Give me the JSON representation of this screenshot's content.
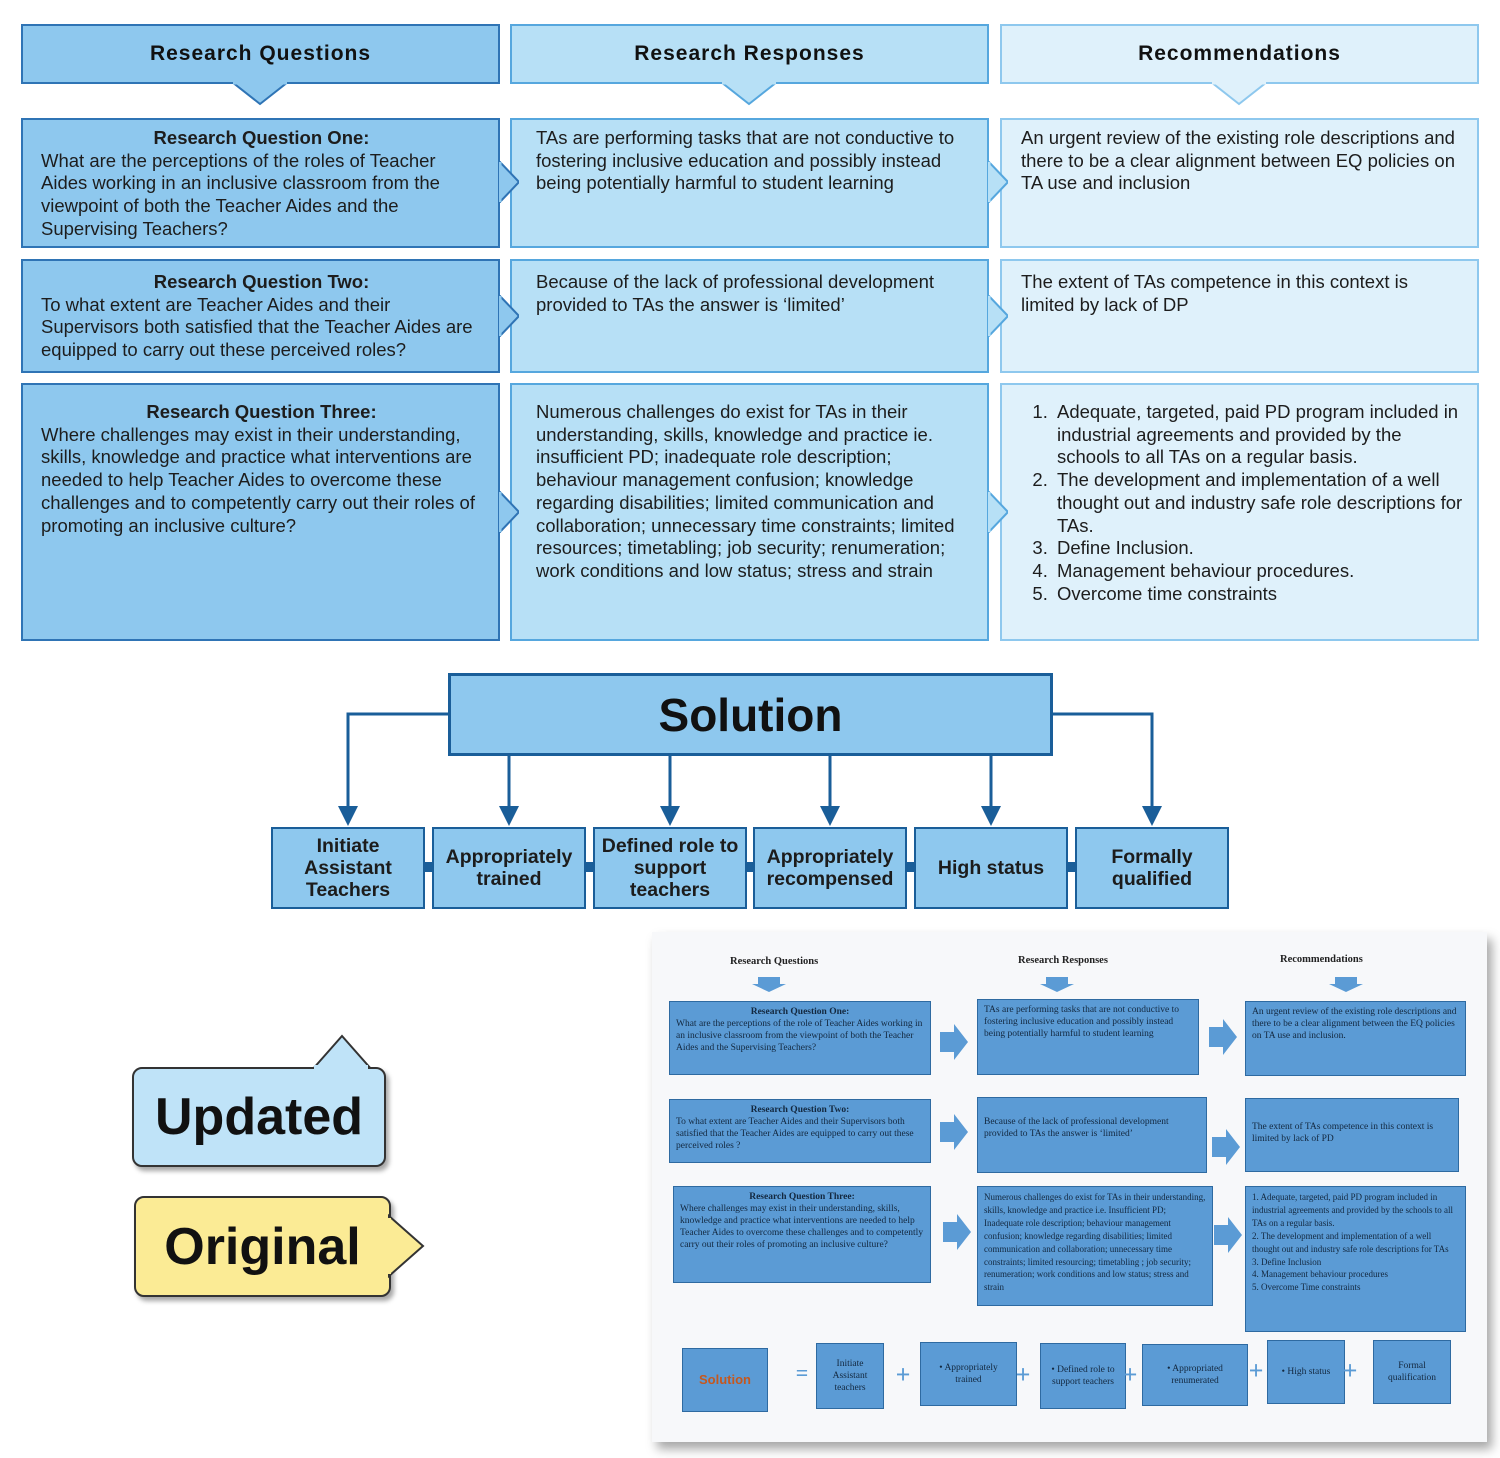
{
  "headers": {
    "questions": "Research Questions",
    "responses": "Research Responses",
    "recommendations": "Recommendations"
  },
  "rows": [
    {
      "q_title": "Research Question One:",
      "q_text": "What are the perceptions of the roles of Teacher Aides working in an inclusive classroom from the viewpoint of both the Teacher Aides and the Supervising Teachers?",
      "response": "TAs are performing tasks that are not conductive to fostering inclusive education and possibly instead being potentially harmful to student learning",
      "recommendation": "An urgent review of the existing role descriptions and there to be a clear alignment between EQ policies on TA use and inclusion"
    },
    {
      "q_title": "Research Question Two:",
      "q_text": "To what extent are Teacher Aides and their Supervisors both satisfied that the Teacher Aides are equipped to carry out these perceived roles?",
      "response": "Because of the lack of professional development provided to TAs the answer is ‘limited’",
      "recommendation": "The extent of TAs competence in this context is limited by lack of DP"
    },
    {
      "q_title": "Research Question Three:",
      "q_text": "Where challenges may exist in their understanding, skills, knowledge and practice what interventions are needed to help Teacher Aides to overcome these challenges and to competently carry out their roles of promoting an inclusive culture?",
      "response": "Numerous challenges do exist for TAs in their understanding, skills, knowledge and practice ie. insufficient PD; inadequate role description; behaviour management confusion; knowledge regarding disabilities; limited communication and collaboration; unnecessary time constraints; limited resources; timetabling; job security; renumeration; work conditions and low status; stress and strain",
      "recommendations_list": [
        "Adequate, targeted, paid PD program included in industrial agreements and provided by the schools to all TAs on a regular basis.",
        "The development and implementation of a well thought out and industry safe role descriptions for TAs.",
        "Define Inclusion.",
        "Management behaviour procedures.",
        "Overcome time constraints"
      ]
    }
  ],
  "solution": {
    "title": "Solution",
    "items": [
      "Initiate Assistant Teachers",
      "Appropriately trained",
      "Defined role to support teachers",
      "Appropriately recompensed",
      "High status",
      "Formally qualified"
    ]
  },
  "tags": {
    "updated": "Updated",
    "original": "Original"
  },
  "original": {
    "headers": [
      "Research Questions",
      "Research Responses",
      "Recommendations"
    ],
    "q1_title": "Research Question One:",
    "q1_text": "What are the perceptions of the role of Teacher Aides working in an inclusive classroom from the viewpoint of both the Teacher Aides and the Supervising Teachers?",
    "r1": "TAs are performing tasks that are not conductive to fostering inclusive education and possibly instead being potentially harmful to student learning",
    "c1": "An urgent review of the existing role descriptions and there to be a clear alignment between the EQ policies on TA use and inclusion.",
    "q2_title": "Research Question Two:",
    "q2_text": "To what extent are Teacher Aides and their Supervisors both satisfied that the Teacher Aides are equipped to carry out these perceived roles ?",
    "r2": "Because of the lack of professional development provided to TAs the answer is ‘limited’",
    "c2": "The extent of TAs competence in this context is limited by lack of PD",
    "q3_title": "Research Question Three:",
    "q3_text": "Where challenges may exist in their understanding, skills, knowledge and practice what interventions are needed to help Teacher Aides to overcome these challenges and to competently carry out their roles of promoting an inclusive culture?",
    "r3": "Numerous challenges do exist for TAs in their understanding, skills, knowledge and practice i.e. Insufficient PD; Inadequate role description; behaviour management confusion; knowledge regarding disabilities; limited communication and collaboration; unnecessary time constraints; limited resourcing; timetabling ; job security; renumeration; work conditions and low status; stress and strain",
    "c3": [
      "1. Adequate, targeted, paid PD program included in industrial agreements and provided by the schools to all TAs on a regular basis.",
      "2. The development and implementation of a well thought out and industry safe role descriptions for TAs",
      "3. Define Inclusion",
      "4. Management behaviour procedures",
      "5. Overcome Time constraints"
    ],
    "solution": "Solution",
    "equals": "=",
    "plus": "+",
    "sol_items": [
      "Initiate Assistant teachers",
      "• Appropriately trained",
      "• Defined role to support teachers",
      "• Appropriated renumerated",
      "• High status",
      "Formal qualification"
    ]
  },
  "colors": {
    "accent_dark": "#2f74b5",
    "question_fill": "#8ec8ee",
    "response_fill": "#b7e0f6",
    "recommendation_fill": "#dff1fb",
    "updated_tag": "#bfe3f8",
    "original_tag": "#fbeb95"
  }
}
